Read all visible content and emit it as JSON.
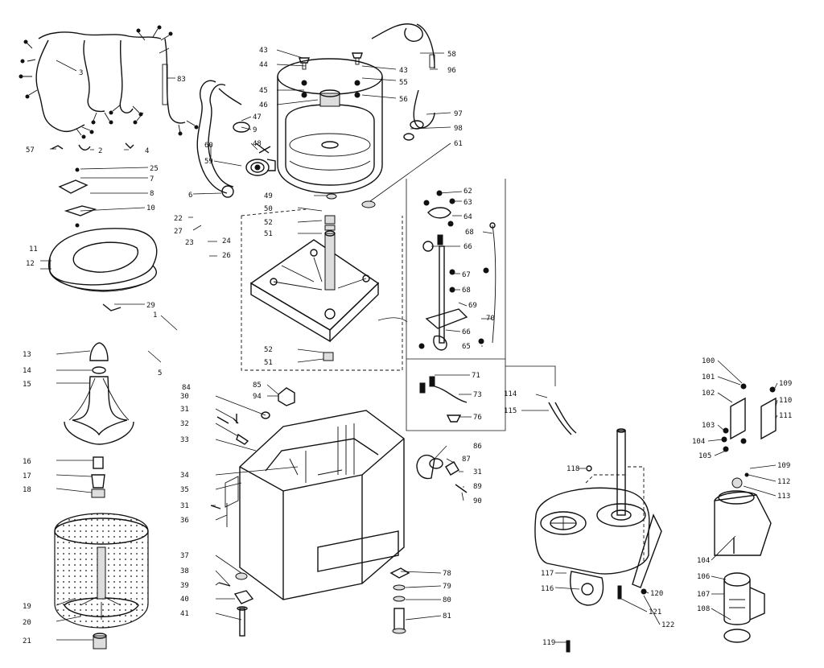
{
  "callouts": [
    {
      "id": "c3",
      "text": "3"
    },
    {
      "id": "c83",
      "text": "83"
    },
    {
      "id": "c57",
      "text": "57"
    },
    {
      "id": "c2",
      "text": "2"
    },
    {
      "id": "c4",
      "text": "4"
    },
    {
      "id": "c25",
      "text": "25"
    },
    {
      "id": "c7",
      "text": "7"
    },
    {
      "id": "c8",
      "text": "8"
    },
    {
      "id": "c10",
      "text": "10"
    },
    {
      "id": "c11",
      "text": "11"
    },
    {
      "id": "c12",
      "text": "12"
    },
    {
      "id": "c29",
      "text": "29"
    },
    {
      "id": "c1",
      "text": "1"
    },
    {
      "id": "c5",
      "text": "5"
    },
    {
      "id": "c13",
      "text": "13"
    },
    {
      "id": "c14",
      "text": "14"
    },
    {
      "id": "c15",
      "text": "15"
    },
    {
      "id": "c16",
      "text": "16"
    },
    {
      "id": "c17",
      "text": "17"
    },
    {
      "id": "c18",
      "text": "18"
    },
    {
      "id": "c19",
      "text": "19"
    },
    {
      "id": "c20",
      "text": "20"
    },
    {
      "id": "c21",
      "text": "21"
    },
    {
      "id": "c6",
      "text": "6"
    },
    {
      "id": "c22",
      "text": "22"
    },
    {
      "id": "c27",
      "text": "27"
    },
    {
      "id": "c23",
      "text": "23"
    },
    {
      "id": "c24",
      "text": "24"
    },
    {
      "id": "c26",
      "text": "26"
    },
    {
      "id": "c47",
      "text": "47"
    },
    {
      "id": "c9",
      "text": "9"
    },
    {
      "id": "c48",
      "text": "48"
    },
    {
      "id": "c60",
      "text": "60"
    },
    {
      "id": "c59",
      "text": "59"
    },
    {
      "id": "c43a",
      "text": "43"
    },
    {
      "id": "c44",
      "text": "44"
    },
    {
      "id": "c45",
      "text": "45"
    },
    {
      "id": "c46",
      "text": "46"
    },
    {
      "id": "c43b",
      "text": "43"
    },
    {
      "id": "c55",
      "text": "55"
    },
    {
      "id": "c56",
      "text": "56"
    },
    {
      "id": "c58",
      "text": "58"
    },
    {
      "id": "c96",
      "text": "96"
    },
    {
      "id": "c97",
      "text": "97"
    },
    {
      "id": "c98",
      "text": "98"
    },
    {
      "id": "c61",
      "text": "61"
    },
    {
      "id": "c49",
      "text": "49"
    },
    {
      "id": "c50",
      "text": "50"
    },
    {
      "id": "c52a",
      "text": "52"
    },
    {
      "id": "c51a",
      "text": "51"
    },
    {
      "id": "c52b",
      "text": "52"
    },
    {
      "id": "c51b",
      "text": "51"
    },
    {
      "id": "c62",
      "text": "62"
    },
    {
      "id": "c63",
      "text": "63"
    },
    {
      "id": "c64",
      "text": "64"
    },
    {
      "id": "c68a",
      "text": "68"
    },
    {
      "id": "c66a",
      "text": "66"
    },
    {
      "id": "c67",
      "text": "67"
    },
    {
      "id": "c68b",
      "text": "68"
    },
    {
      "id": "c69",
      "text": "69"
    },
    {
      "id": "c70",
      "text": "70"
    },
    {
      "id": "c66b",
      "text": "66"
    },
    {
      "id": "c65",
      "text": "65"
    },
    {
      "id": "c71",
      "text": "71"
    },
    {
      "id": "c73",
      "text": "73"
    },
    {
      "id": "c76",
      "text": "76"
    },
    {
      "id": "c114",
      "text": "114"
    },
    {
      "id": "c115",
      "text": "115"
    },
    {
      "id": "c85",
      "text": "85"
    },
    {
      "id": "c94",
      "text": "94"
    },
    {
      "id": "c84",
      "text": "84"
    },
    {
      "id": "c30",
      "text": "30"
    },
    {
      "id": "c31a",
      "text": "31"
    },
    {
      "id": "c32",
      "text": "32"
    },
    {
      "id": "c33",
      "text": "33"
    },
    {
      "id": "c34",
      "text": "34"
    },
    {
      "id": "c35",
      "text": "35"
    },
    {
      "id": "c31b",
      "text": "31"
    },
    {
      "id": "c36",
      "text": "36"
    },
    {
      "id": "c37",
      "text": "37"
    },
    {
      "id": "c38",
      "text": "38"
    },
    {
      "id": "c39",
      "text": "39"
    },
    {
      "id": "c40",
      "text": "40"
    },
    {
      "id": "c41",
      "text": "41"
    },
    {
      "id": "c86",
      "text": "86"
    },
    {
      "id": "c87",
      "text": "87"
    },
    {
      "id": "c31c",
      "text": "31"
    },
    {
      "id": "c89",
      "text": "89"
    },
    {
      "id": "c90",
      "text": "90"
    },
    {
      "id": "c78",
      "text": "78"
    },
    {
      "id": "c79",
      "text": "79"
    },
    {
      "id": "c80",
      "text": "80"
    },
    {
      "id": "c81",
      "text": "81"
    },
    {
      "id": "c118a",
      "text": "118"
    },
    {
      "id": "c117",
      "text": "117"
    },
    {
      "id": "c116",
      "text": "116"
    },
    {
      "id": "c119",
      "text": "119"
    },
    {
      "id": "c120",
      "text": "120"
    },
    {
      "id": "c121",
      "text": "121"
    },
    {
      "id": "c122",
      "text": "122"
    },
    {
      "id": "c100",
      "text": "100"
    },
    {
      "id": "c101",
      "text": "101"
    },
    {
      "id": "c102",
      "text": "102"
    },
    {
      "id": "c109a",
      "text": "109"
    },
    {
      "id": "c110",
      "text": "110"
    },
    {
      "id": "c111",
      "text": "111"
    },
    {
      "id": "c103",
      "text": "103"
    },
    {
      "id": "c104a",
      "text": "104"
    },
    {
      "id": "c105",
      "text": "105"
    },
    {
      "id": "c109b",
      "text": "109"
    },
    {
      "id": "c112",
      "text": "112"
    },
    {
      "id": "c113",
      "text": "113"
    },
    {
      "id": "c104b",
      "text": "104"
    },
    {
      "id": "c106",
      "text": "106"
    },
    {
      "id": "c107",
      "text": "107"
    },
    {
      "id": "c108",
      "text": "108"
    }
  ]
}
